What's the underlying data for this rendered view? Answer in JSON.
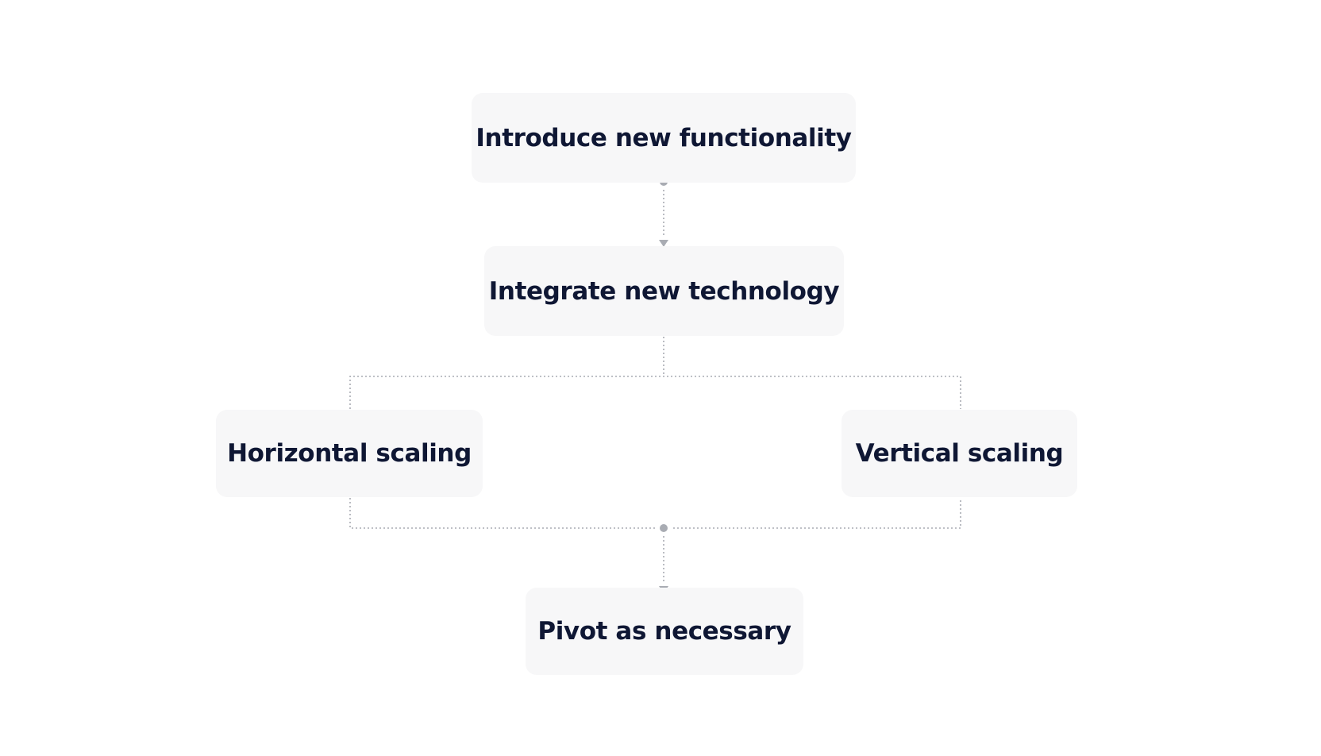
{
  "diagram": {
    "nodes": {
      "introduce": "Introduce new functionality",
      "integrate": "Integrate new technology",
      "horizontal": "Horizontal scaling",
      "vertical": "Vertical scaling",
      "pivot": "Pivot as necessary"
    },
    "edges": [
      {
        "from": "introduce",
        "to": "integrate",
        "style": "dotted-arrow"
      },
      {
        "from": "integrate",
        "to": "horizontal",
        "style": "dotted"
      },
      {
        "from": "integrate",
        "to": "vertical",
        "style": "dotted"
      },
      {
        "from": "horizontal",
        "to": "pivot",
        "style": "dotted"
      },
      {
        "from": "vertical",
        "to": "pivot",
        "style": "dotted-arrow"
      }
    ],
    "colors": {
      "node_fill": "#f7f7f8",
      "node_text": "#0f1734",
      "connector": "#a9acb3",
      "background": "#ffffff"
    }
  }
}
